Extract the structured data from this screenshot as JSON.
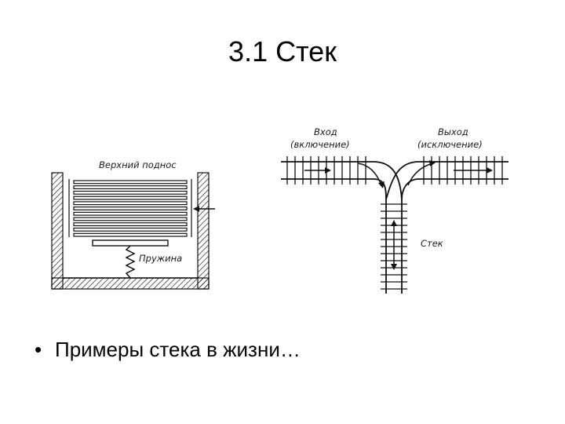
{
  "slide": {
    "title": "3.1 Стек",
    "bullet_symbol": "•",
    "bullet_text": "Примеры стека в жизни…"
  },
  "figure_plates": {
    "label_top_plate": "Верхний поднос",
    "label_spring": "Пружина",
    "plate_count": 11
  },
  "figure_railway": {
    "label_input": "Вход",
    "label_input_sub": "(включение)",
    "label_output": "Выход",
    "label_output_sub": "(исключение)",
    "label_stack": "Стек"
  }
}
